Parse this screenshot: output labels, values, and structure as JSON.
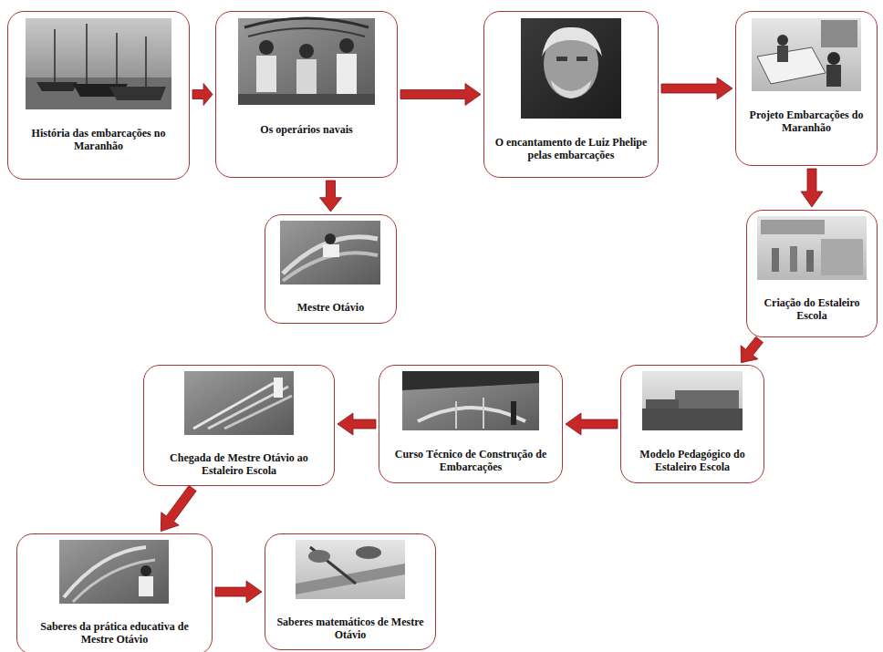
{
  "diagram": {
    "nodes": [
      {
        "text": [
          "História das embarcações no Maranhão"
        ]
      },
      {
        "text": [
          "Os operários navais"
        ]
      },
      {
        "text": [
          "O encantamento de Luiz Phelipe pelas embarcações"
        ]
      },
      {
        "text": [
          "Projeto Embarcações do Maranhão"
        ]
      },
      {
        "text": [
          "Mestre Otávio"
        ]
      },
      {
        "text": [
          "Criação do Estaleiro Escola"
        ]
      },
      {
        "text": [
          "Modelo Pedagógico do Estaleiro Escola"
        ]
      },
      {
        "text": [
          "Curso Técnico de Construção de Embarcações"
        ]
      },
      {
        "text": [
          "Chegada de Mestre Otávio ao Estaleiro Escola"
        ]
      },
      {
        "text": [
          "Saberes da prática educativa de Mestre Otávio"
        ]
      },
      {
        "text": [
          "Saberes matemáticos de Mestre Otávio"
        ]
      }
    ],
    "edges": [
      {
        "from": 0,
        "to": 1,
        "arrow": "to"
      },
      {
        "from": 1,
        "to": 2,
        "arrow": "to"
      },
      {
        "from": 2,
        "to": 3,
        "arrow": "to"
      },
      {
        "from": 1,
        "to": 4,
        "arrow": "to"
      },
      {
        "from": 3,
        "to": 5,
        "arrow": "to"
      },
      {
        "from": 5,
        "to": 6,
        "arrow": "to"
      },
      {
        "from": 6,
        "to": 7,
        "arrow": "to"
      },
      {
        "from": 7,
        "to": 8,
        "arrow": "to"
      },
      {
        "from": 8,
        "to": 9,
        "arrow": "to"
      },
      {
        "from": 9,
        "to": 10,
        "arrow": "to"
      }
    ]
  }
}
